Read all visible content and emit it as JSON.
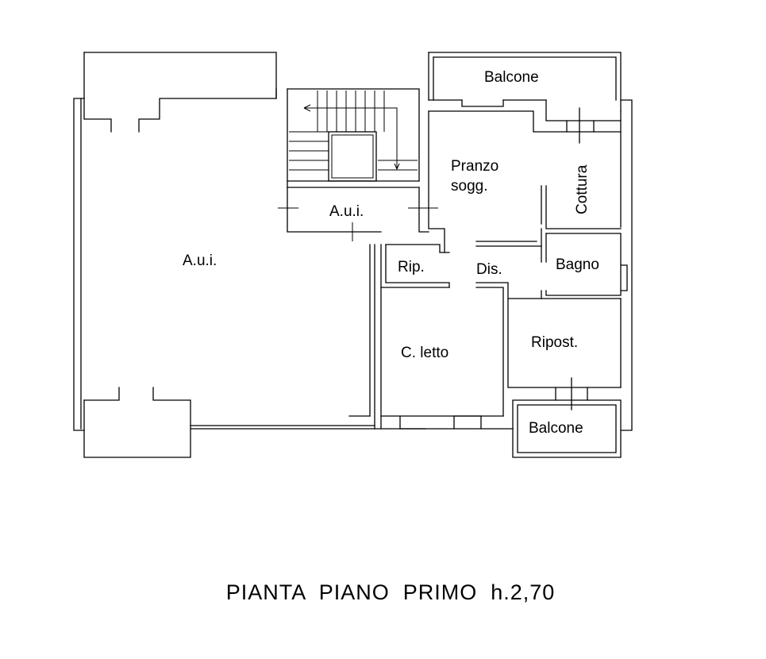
{
  "rooms": {
    "aui_main": "A.u.i.",
    "aui_stair": "A.u.i.",
    "balcone_top": "Balcone",
    "pranzo_line1": "Pranzo",
    "pranzo_line2": "sogg.",
    "cottura": "Cottura",
    "bagno": "Bagno",
    "rip": "Rip.",
    "dis": "Dis.",
    "c_letto": "C. letto",
    "ripost": "Ripost.",
    "balcone_bottom": "Balcone"
  },
  "title": "PIANTA  PIANO  PRIMO  h.2,70"
}
